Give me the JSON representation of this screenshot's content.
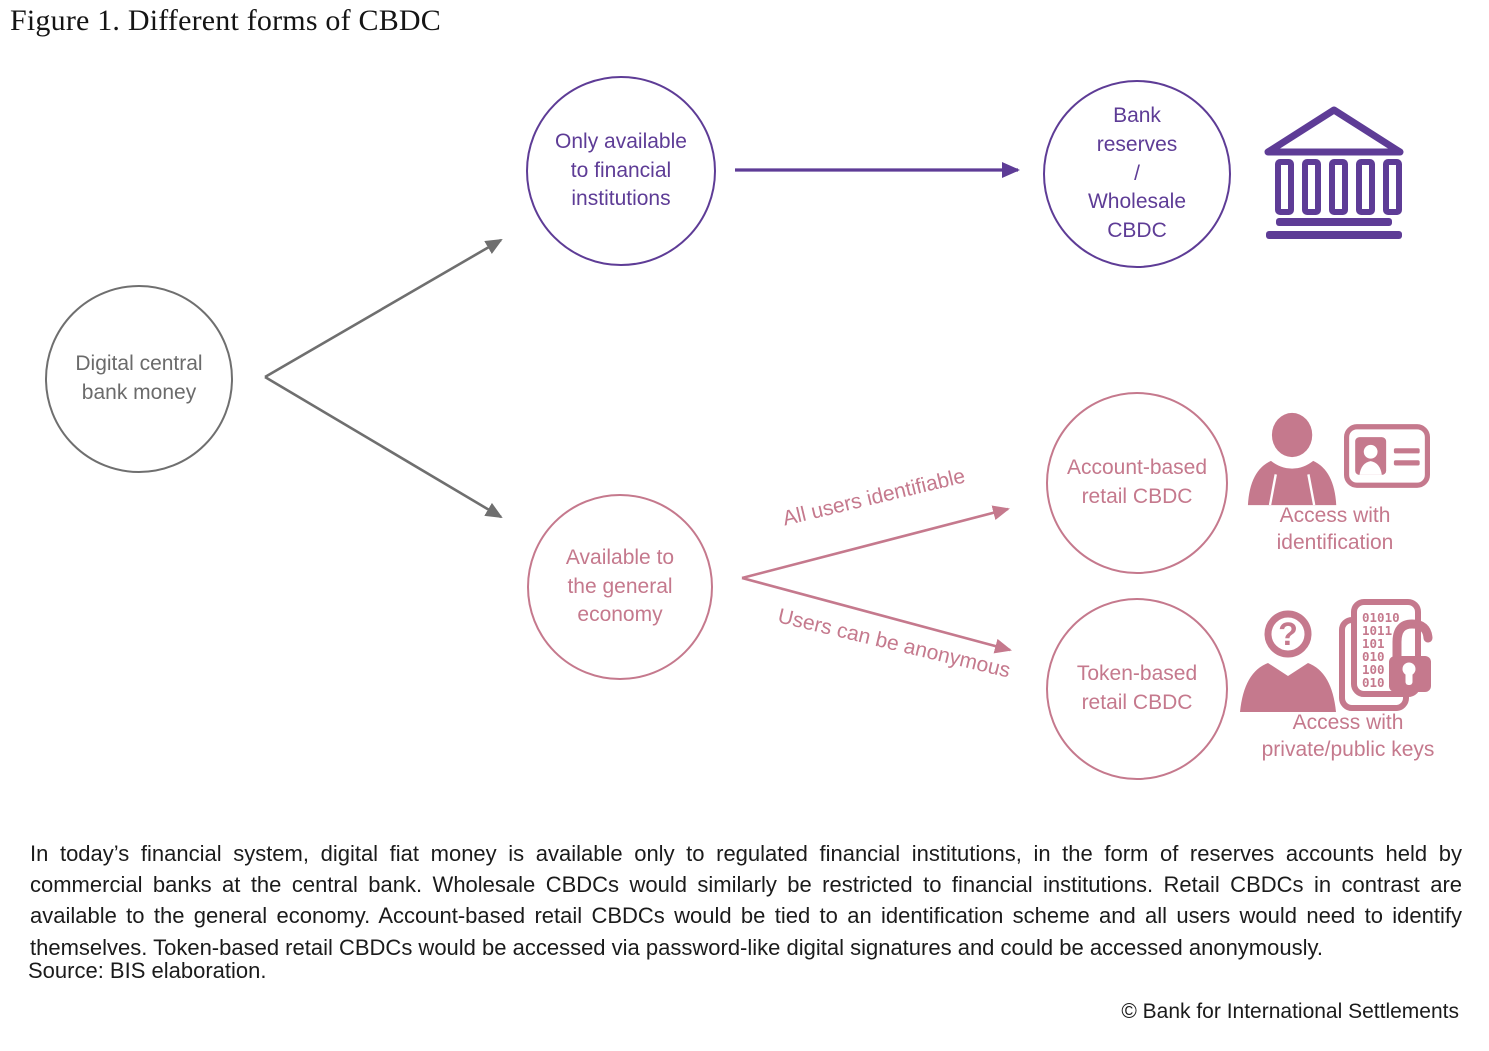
{
  "figure": {
    "title": "Figure 1. Different forms of CBDC"
  },
  "colors": {
    "purple": "#5e3c96",
    "pink": "#c5798d",
    "gray": "#6f6f6f",
    "text": "#1b1b1b"
  },
  "nodes": {
    "root": {
      "label": "Digital central bank money"
    },
    "financial_only": {
      "label": "Only available to financial institutions"
    },
    "wholesale": {
      "lines": [
        "Bank",
        "reserves",
        "/",
        "Wholesale",
        "CBDC"
      ]
    },
    "general": {
      "label": "Available to the general economy"
    },
    "account_based": {
      "label": "Account-based retail CBDC"
    },
    "token_based": {
      "label": "Token-based retail CBDC"
    }
  },
  "edges": {
    "identifiable_label": "All users identifiable",
    "anonymous_label": "Users can be anonymous"
  },
  "icons": {
    "bank": "bank-building-icon",
    "person": "person-icon",
    "id_card": "id-card-icon",
    "anonymous_person": "anonymous-person-icon",
    "question_glyph": "?",
    "binary_document": "binary-document-lock-icon",
    "binary_lines": [
      "01010",
      "1011",
      "101",
      "010",
      "100",
      "010"
    ]
  },
  "captions": {
    "identification": "Access with identification",
    "keys": "Access with private/public keys"
  },
  "footer": {
    "paragraph": "In today’s financial system, digital fiat money is available only to regulated financial institutions, in the form of reserves accounts held by commercial banks at the central bank. Wholesale CBDCs would similarly be restricted to financial institutions. Retail CBDCs in contrast are available to the general economy. Account-based retail CBDCs would be tied to an identification scheme and all users would need to identify themselves. Token-based retail CBDCs would be accessed via password-like digital signatures and could be accessed anonymously.",
    "source": "Source: BIS elaboration.",
    "copyright": "© Bank for International Settlements"
  }
}
